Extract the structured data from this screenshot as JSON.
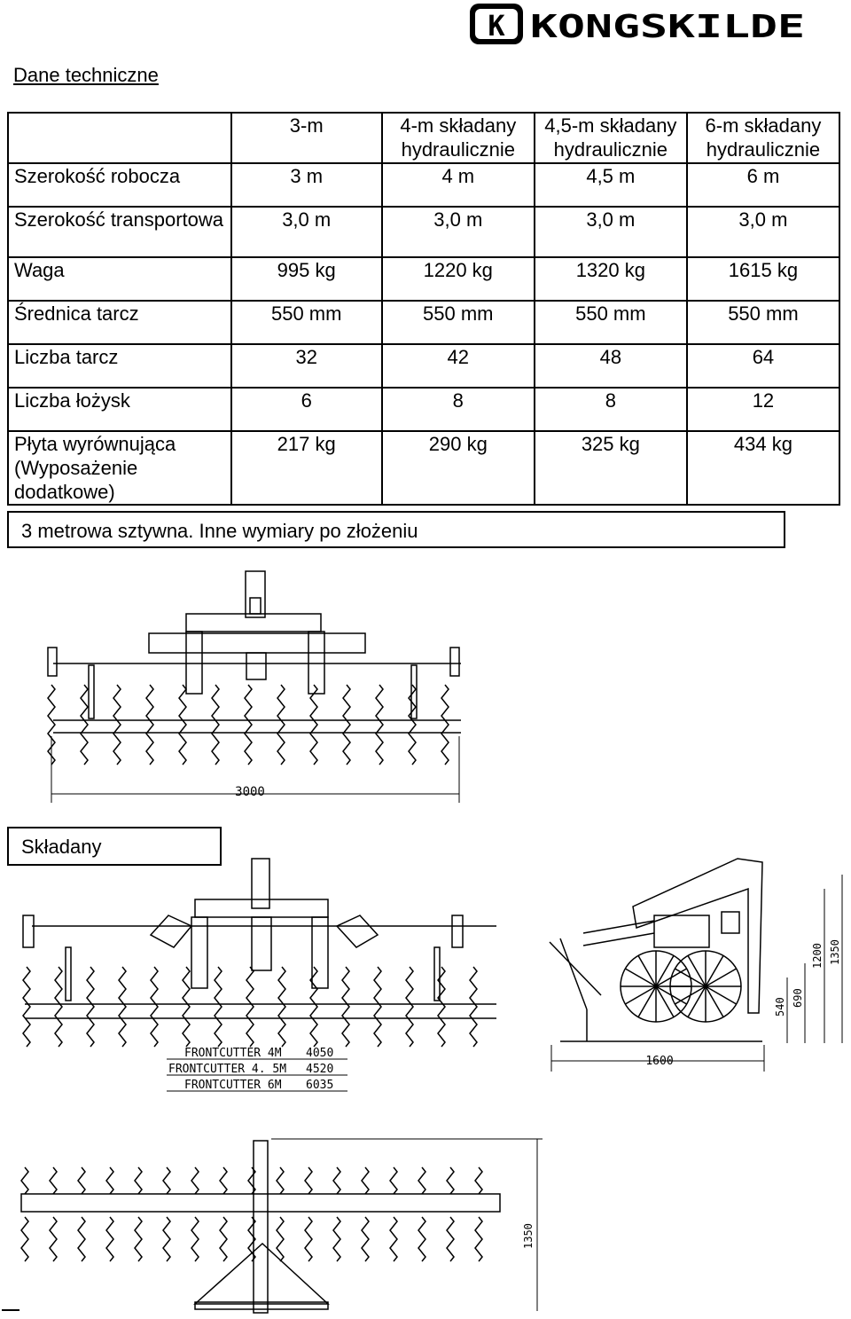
{
  "brand": {
    "name": "KONGSKILDE",
    "emblem_letter": "K"
  },
  "heading": "Dane techniczne",
  "table": {
    "columns": [
      "3-m",
      "4-m składany hydraulicznie",
      "4,5-m składany hydraulicznie",
      "6-m składany hydraulicznie"
    ],
    "rows": [
      {
        "label": "Szerokość robocza",
        "values": [
          "3 m",
          "4 m",
          "4,5 m",
          "6 m"
        ]
      },
      {
        "label": "Szerokość transportowa",
        "values": [
          "3,0 m",
          "3,0 m",
          "3,0 m",
          "3,0 m"
        ]
      },
      {
        "label": "Waga",
        "values": [
          "995 kg",
          "1220 kg",
          "1320 kg",
          "1615 kg"
        ]
      },
      {
        "label": "Średnica tarcz",
        "values": [
          "550 mm",
          "550 mm",
          "550 mm",
          "550 mm"
        ]
      },
      {
        "label": "Liczba tarcz",
        "values": [
          "32",
          "42",
          "48",
          "64"
        ]
      },
      {
        "label": "Liczba łożysk",
        "values": [
          "6",
          "8",
          "8",
          "12"
        ]
      },
      {
        "label": "Płyta wyrównująca (Wyposażenie dodatkowe)",
        "values": [
          "217 kg",
          "290 kg",
          "325 kg",
          "434 kg"
        ]
      }
    ]
  },
  "note": "3 metrowa sztywna. Inne wymiary po złożeniu",
  "folded_label": "Składany",
  "drawings": {
    "rigid": {
      "width_dim": "3000"
    },
    "folded_front": {
      "widths": [
        {
          "label": "FRONTCUTTER 4M",
          "value": "4050"
        },
        {
          "label": "FRONTCUTTER 4. 5M",
          "value": "4520"
        },
        {
          "label": "FRONTCUTTER 6M",
          "value": "6035"
        }
      ]
    },
    "side": {
      "length_dim": "1600",
      "heights": [
        "540",
        "690",
        "1200",
        "1350"
      ]
    },
    "top": {
      "height_dim": "1350"
    }
  }
}
